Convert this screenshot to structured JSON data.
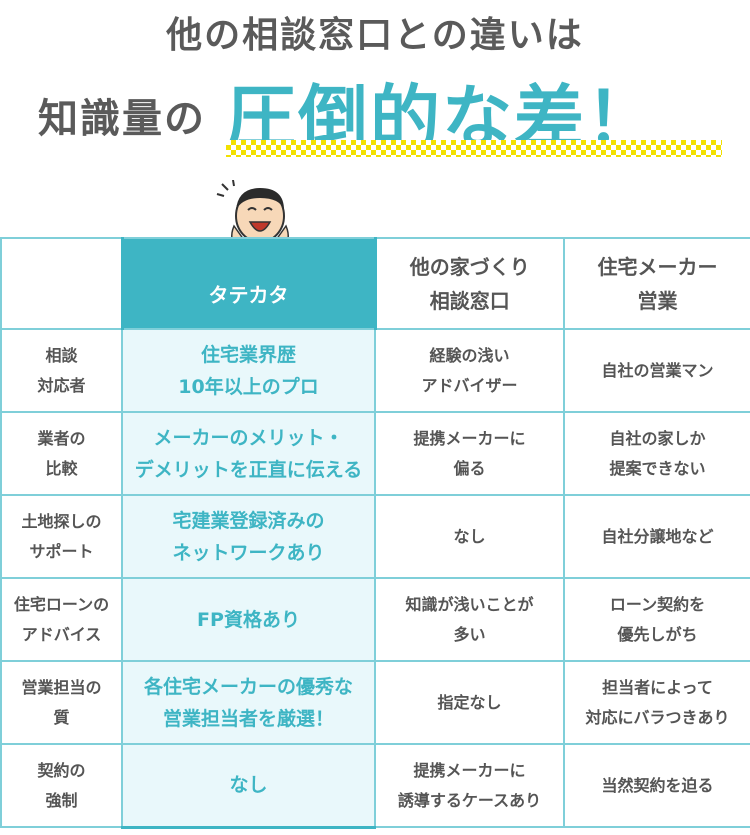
{
  "headline": {
    "line1": "他の相談窓口との違いは",
    "line2_pre": "知識量の",
    "line2_big": "圧倒的な差！"
  },
  "mascot": {
    "icon": "smiling-man-cheering-icon",
    "alt": ""
  },
  "table": {
    "headers": [
      {
        "lines": [
          ""
        ]
      },
      {
        "lines": [
          "タテカタ"
        ]
      },
      {
        "lines": [
          "他の家づくり",
          "相談窓口"
        ]
      },
      {
        "lines": [
          "住宅メーカー",
          "営業"
        ]
      }
    ],
    "rows": [
      {
        "label": [
          "相談",
          "対応者"
        ],
        "ours": [
          "住宅業界歴",
          "10年以上のプロ"
        ],
        "other_counter": [
          "経験の浅い",
          "アドバイザー"
        ],
        "maker_sales": [
          "自社の営業マン"
        ]
      },
      {
        "label": [
          "業者の",
          "比較"
        ],
        "ours": [
          "メーカーのメリット・",
          "デメリットを正直に伝える"
        ],
        "other_counter": [
          "提携メーカーに",
          "偏る"
        ],
        "maker_sales": [
          "自社の家しか",
          "提案できない"
        ]
      },
      {
        "label": [
          "土地探しの",
          "サポート"
        ],
        "ours": [
          "宅建業登録済みの",
          "ネットワークあり"
        ],
        "other_counter": [
          "なし"
        ],
        "maker_sales": [
          "自社分譲地など"
        ]
      },
      {
        "label": [
          "住宅ローンの",
          "アドバイス"
        ],
        "ours": [
          "FP資格あり"
        ],
        "other_counter": [
          "知識が浅いことが",
          "多い"
        ],
        "maker_sales": [
          "ローン契約を",
          "優先しがち"
        ]
      },
      {
        "label": [
          "営業担当の",
          "質"
        ],
        "ours": [
          "各住宅メーカーの優秀な",
          "営業担当者を厳選！"
        ],
        "other_counter": [
          "指定なし"
        ],
        "maker_sales": [
          "担当者によって",
          "対応にバラつきあり"
        ]
      },
      {
        "label": [
          "契約の",
          "強制"
        ],
        "ours": [
          "なし"
        ],
        "other_counter": [
          "提携メーカーに",
          "誘導するケースあり"
        ],
        "maker_sales": [
          "当然契約を迫る"
        ]
      }
    ]
  },
  "colors": {
    "accent": "#3eb5c4",
    "accent_light_bg": "#e9f8fb",
    "text": "#555555",
    "highlight": "#f2e100"
  }
}
